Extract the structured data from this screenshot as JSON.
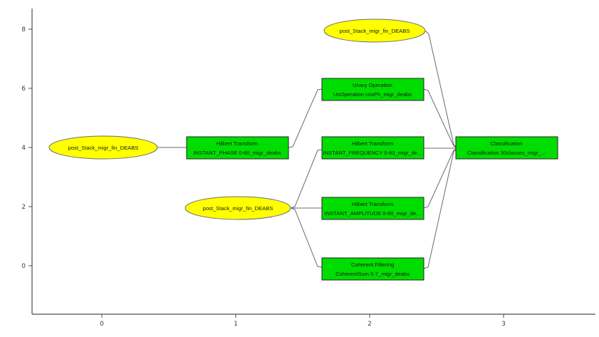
{
  "chart_data": {
    "type": "diagram",
    "title": "",
    "description": "Seismic attribute processing workflow graph rendered on a 2D plot with axes",
    "axes": {
      "x_tick_labels": [
        "0",
        "1",
        "2",
        "3"
      ],
      "y_tick_labels": [
        "8",
        "6",
        "4",
        "2",
        "0"
      ],
      "x_range": [
        -0.55,
        3.7
      ],
      "y_range": [
        -1.65,
        8.7
      ],
      "grid": false
    },
    "colors": {
      "source_node": "#ffff00",
      "process_node": "#00dd00",
      "edge": "#6b6b6b",
      "axis": "#4d4d4d",
      "background": "#ffffff"
    },
    "nodes": [
      {
        "id": "src-left",
        "shape": "ellipse",
        "x": 0,
        "y": 4,
        "label": "post_Stack_migr_fin_DEABS"
      },
      {
        "id": "hilbert-phase",
        "shape": "rect",
        "x": 1,
        "y": 4,
        "line1": "Hilbert Transform",
        "line2": "INSTANT_PHASE 0-80_migr_deabs"
      },
      {
        "id": "src-mid",
        "shape": "ellipse",
        "x": 1,
        "y": 2,
        "label": "post_Stack_migr_fin_DEABS"
      },
      {
        "id": "src-top",
        "shape": "ellipse",
        "x": 2,
        "y": 8,
        "label": "post_Stack_migr_fin_DEABS"
      },
      {
        "id": "unary-cosph",
        "shape": "rect",
        "x": 2,
        "y": 6,
        "line1": "Unary Operation",
        "line2": "UnOperation cosPh_migr_deabs"
      },
      {
        "id": "hilbert-frequency",
        "shape": "rect",
        "x": 2,
        "y": 4,
        "line1": "Hilbert Transform",
        "line2": "INSTANT_FREQUENCY 0-80_migr_de..."
      },
      {
        "id": "hilbert-amplitude",
        "shape": "rect",
        "x": 2,
        "y": 2,
        "line1": "Hilbert Transform",
        "line2": "INSTANT_AMPLITUDE 0-80_migr_de..."
      },
      {
        "id": "coherent-filtering",
        "shape": "rect",
        "x": 2,
        "y": 0,
        "line1": "Coherent Filtering",
        "line2": "CoherentSum 5-7_migr_deabs"
      },
      {
        "id": "classification",
        "shape": "rect",
        "x": 3,
        "y": 4,
        "line1": "Classification",
        "line2": "Classification 30classes_migr_..."
      }
    ],
    "edges": [
      [
        "src-left",
        "hilbert-phase"
      ],
      [
        "hilbert-phase",
        "unary-cosph"
      ],
      [
        "src-mid",
        "hilbert-frequency"
      ],
      [
        "src-mid",
        "hilbert-amplitude"
      ],
      [
        "src-mid",
        "coherent-filtering"
      ],
      [
        "src-top",
        "classification"
      ],
      [
        "unary-cosph",
        "classification"
      ],
      [
        "hilbert-frequency",
        "classification"
      ],
      [
        "hilbert-amplitude",
        "classification"
      ],
      [
        "coherent-filtering",
        "classification"
      ]
    ]
  }
}
